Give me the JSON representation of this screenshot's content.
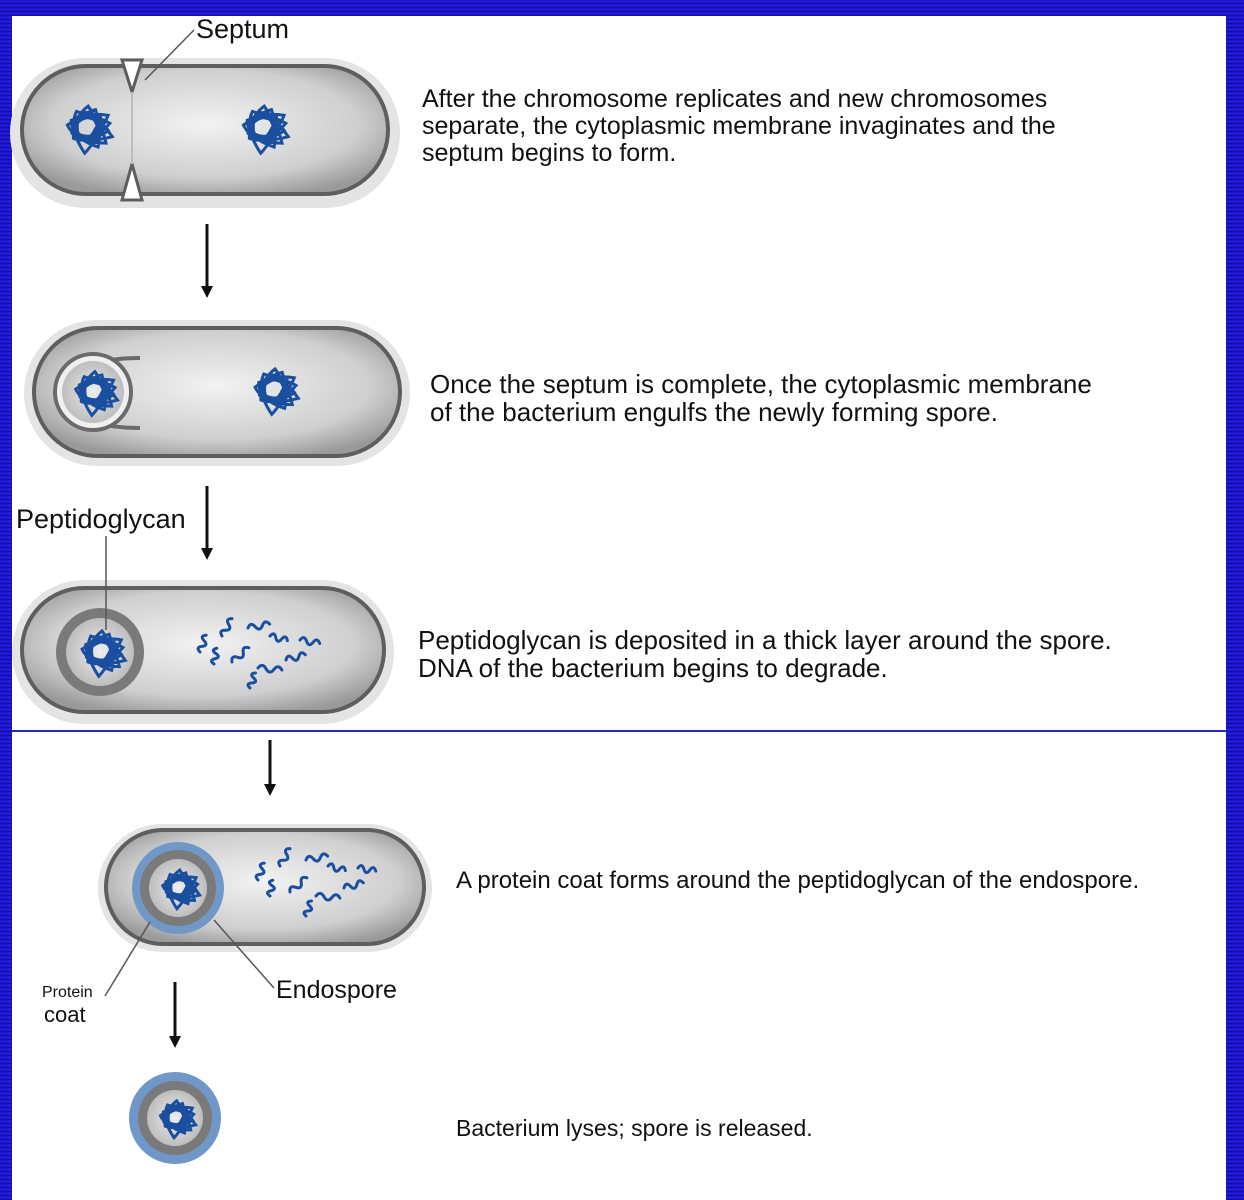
{
  "labels": {
    "septum": "Septum",
    "peptidoglycan": "Peptidoglycan",
    "protein_coat_line1": "Protein",
    "protein_coat_line2": "coat",
    "endospore": "Endospore"
  },
  "steps": [
    {
      "lines": [
        "After the chromosome replicates and new chromosomes",
        "separate, the cytoplasmic membrane invaginates and the",
        "septum begins to form."
      ]
    },
    {
      "lines": [
        "Once the septum is complete, the cytoplasmic membrane",
        "of the bacterium engulfs the newly forming spore."
      ]
    },
    {
      "lines": [
        "Peptidoglycan is deposited in a thick layer around the spore.",
        "DNA of the bacterium begins to degrade."
      ]
    },
    {
      "lines": [
        "A protein coat forms around the peptidoglycan of the endospore."
      ]
    },
    {
      "lines": [
        "Bacterium lyses; spore is released."
      ]
    }
  ],
  "colors": {
    "background_blue": "#1a12c8",
    "dna_blue": "#1a4fa0",
    "protein_coat_blue": "#6f97c8",
    "cell_gray": "#d4d4d4"
  }
}
